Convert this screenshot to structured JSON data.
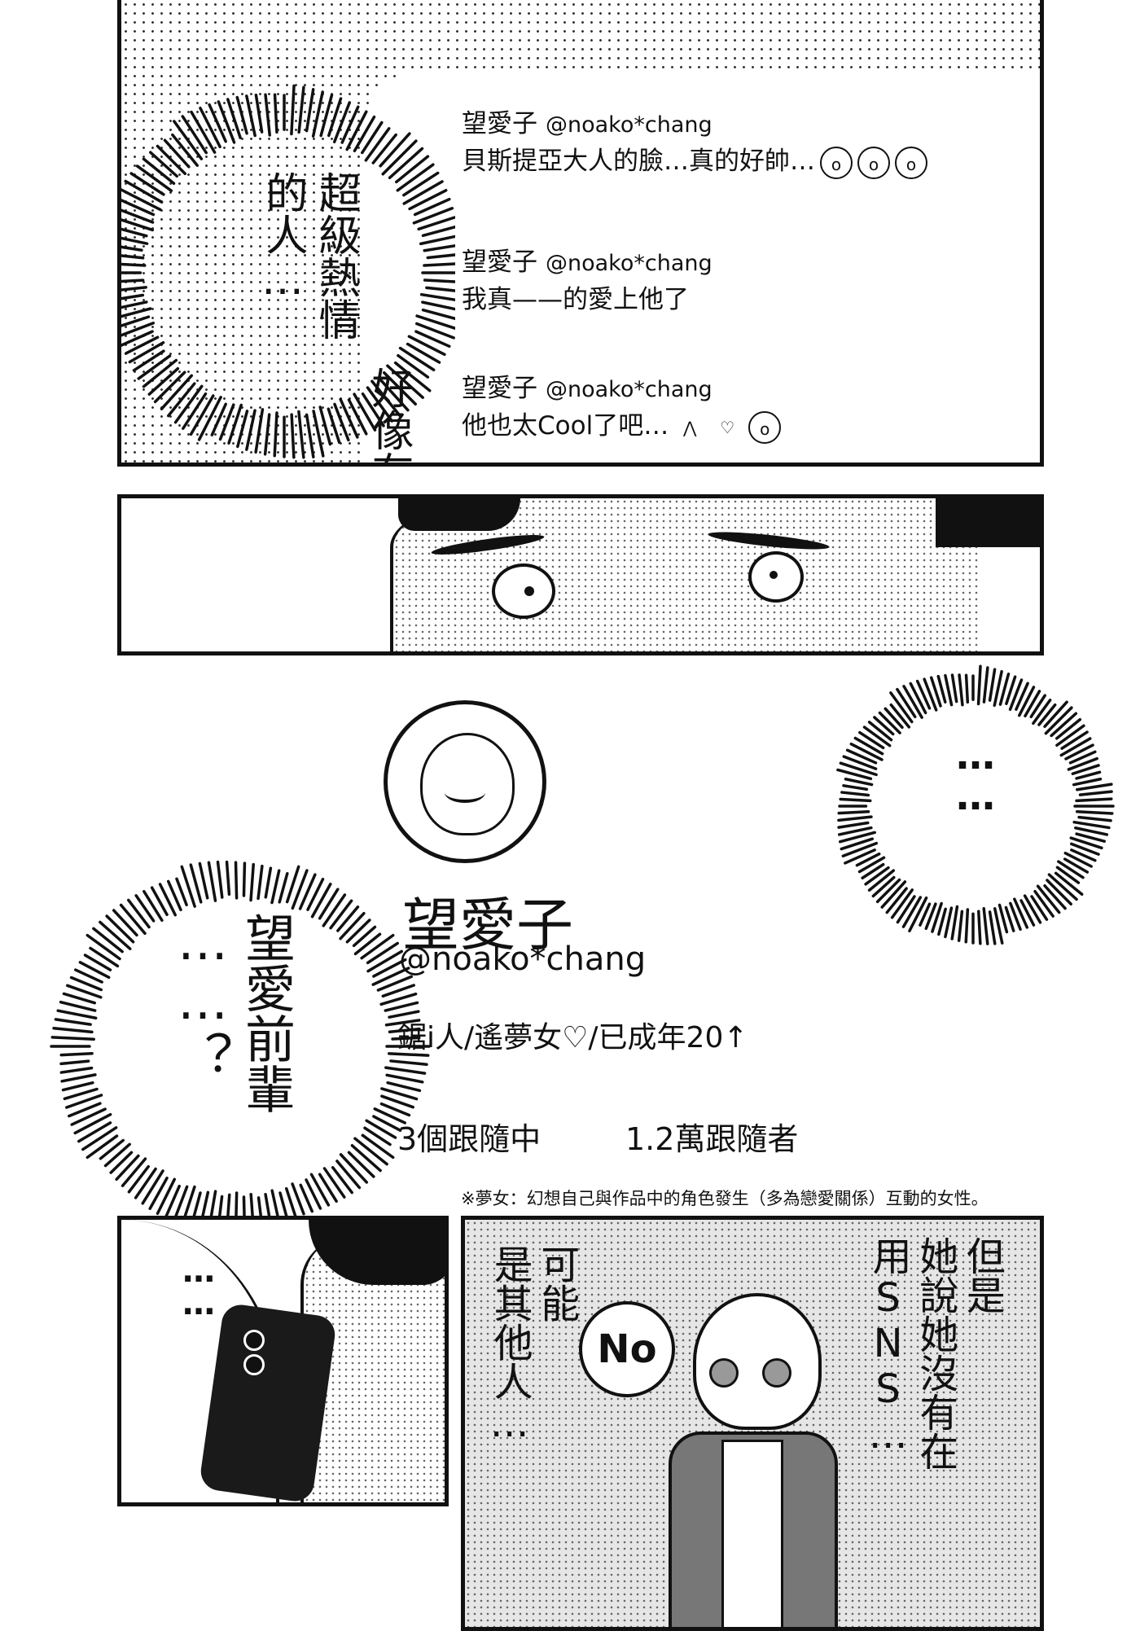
{
  "panel1": {
    "bubble_lines": [
      "好像有個",
      "超級熱情",
      "的人…"
    ],
    "posts": [
      {
        "name": "望愛子",
        "handle": "@noako*chang",
        "text": "貝斯提亞大人的臉…真的好帥…",
        "emojis": [
          "crying-face-icon",
          "crying-face-icon",
          "crying-face-icon"
        ]
      },
      {
        "name": "望愛子",
        "handle": "@noako*chang",
        "text": "我真——的愛上他了",
        "emojis": []
      },
      {
        "name": "望愛子",
        "handle": "@noako*chang",
        "text": "他也太Cool了吧…",
        "emojis": [
          "praying-hands-icon",
          "two-hearts-icon",
          "crying-face-icon"
        ]
      }
    ]
  },
  "profile": {
    "name": "望愛子",
    "handle": "@noako*chang",
    "bio": "鋸i人/遙夢女♡/已成年20↑",
    "following": "3個跟隨中",
    "followers": "1.2萬跟隨者"
  },
  "right_bubble": "……",
  "left_bubble": {
    "line1": "……？",
    "line2": "望愛前輩"
  },
  "footnote": "※夢女：幻想自己與作品中的角色發生（多為戀愛關係）互動的女性。",
  "panel4": {
    "bubble": "……"
  },
  "panel5": {
    "right_lines": [
      "但是",
      "她說她沒有在",
      "用SNS…"
    ],
    "left_lines": [
      "可能",
      "是其他人…"
    ],
    "speech": "No"
  }
}
